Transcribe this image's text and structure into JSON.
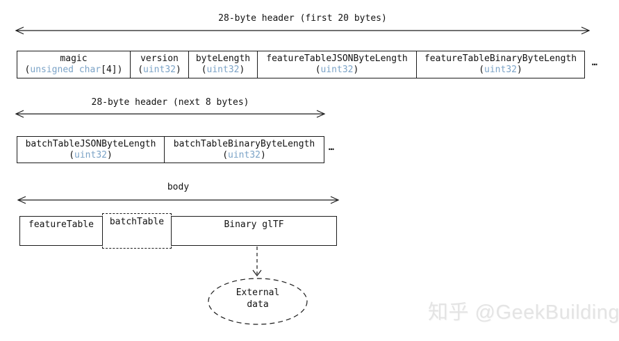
{
  "labels": {
    "header_first": "28-byte header (first 20 bytes)",
    "header_next": "28-byte header (next 8 bytes)",
    "body": "body",
    "overflow_ellipsis": "…"
  },
  "rows": {
    "header_row1": [
      {
        "name": "magic",
        "type": [
          {
            "t": "("
          },
          {
            "t": "unsigned char",
            "blue": true
          },
          {
            "t": "[4]"
          },
          {
            "t": ")"
          }
        ]
      },
      {
        "name": "version",
        "type": [
          {
            "t": "("
          },
          {
            "t": "uint32",
            "blue": true
          },
          {
            "t": ")"
          }
        ]
      },
      {
        "name": "byteLength",
        "type": [
          {
            "t": "("
          },
          {
            "t": "uint32",
            "blue": true
          },
          {
            "t": ")"
          }
        ]
      },
      {
        "name": "featureTableJSONByteLength",
        "type": [
          {
            "t": "("
          },
          {
            "t": "uint32",
            "blue": true
          },
          {
            "t": ")"
          }
        ]
      },
      {
        "name": "featureTableBinaryByteLength",
        "type": [
          {
            "t": "("
          },
          {
            "t": "uint32",
            "blue": true
          },
          {
            "t": ")"
          }
        ]
      }
    ],
    "header_row2": [
      {
        "name": "batchTableJSONByteLength",
        "type": [
          {
            "t": "("
          },
          {
            "t": "uint32",
            "blue": true
          },
          {
            "t": ")"
          }
        ]
      },
      {
        "name": "batchTableBinaryByteLength",
        "type": [
          {
            "t": "("
          },
          {
            "t": "uint32",
            "blue": true
          },
          {
            "t": ")"
          }
        ]
      }
    ],
    "body_row": [
      {
        "name": "featureTable",
        "style": "solid"
      },
      {
        "name": "batchTable",
        "style": "dashed"
      },
      {
        "name": "Binary glTF",
        "style": "solid"
      }
    ]
  },
  "external": {
    "line1": "External",
    "line2": "data"
  },
  "watermark": "知乎 @GeekBuilding",
  "colors": {
    "type_text": "#7ba3c7",
    "line": "#1a1a1a",
    "watermark": "#e4e4e4"
  }
}
